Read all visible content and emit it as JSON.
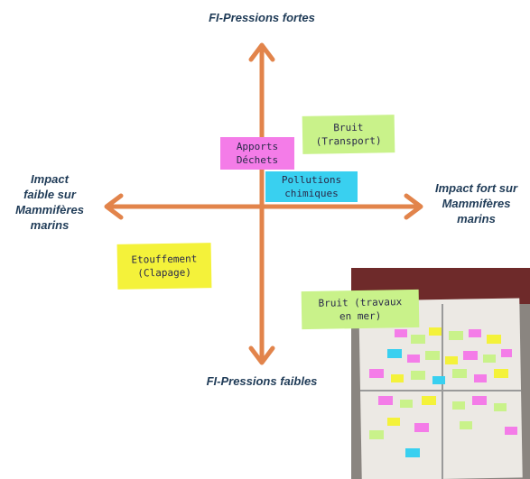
{
  "axes": {
    "top": "FI-Pressions fortes",
    "bottom": "FI-Pressions faibles",
    "left": "Impact\nfaible sur\nMammifères\nmarins",
    "right": "Impact fort sur\nMammifères\nmarins"
  },
  "notes": {
    "bruit_transport": "Bruit\n(Transport)",
    "apports_dechets": "Apports\nDéchets",
    "pollutions_chimiques": "Pollutions\nchimiques",
    "etouffement": "Etouffement\n(Clapage)",
    "bruit_travaux": "Bruit (travaux\nen mer)"
  },
  "colors": {
    "arrow": "#e2844b",
    "green_note": "#c9f28a",
    "pink_note": "#f47ce8",
    "cyan_note": "#39d0f0",
    "yellow_note": "#f4f23a"
  }
}
